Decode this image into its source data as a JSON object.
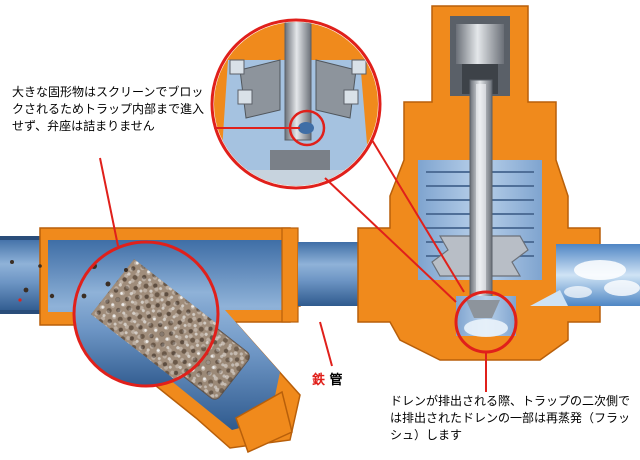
{
  "callouts": {
    "strainer_note": "大きな固形物はスクリーンでブロックされるためトラップ内部まで進入せず、弁座は詰まりません",
    "flash_note": "ドレンが排出される際、トラップの二次側では排出されたドレンの一部は再蒸発（フラッシュ）します"
  },
  "pipe_label": {
    "char1": "鉄",
    "char2": "管"
  },
  "colors": {
    "body_orange": "#f08a1c",
    "pipe_blue": "#5b86b8",
    "pipe_light": "#a9c3e0",
    "steel_grey": "#9aa0a8",
    "highlight_red": "#e0201b"
  }
}
